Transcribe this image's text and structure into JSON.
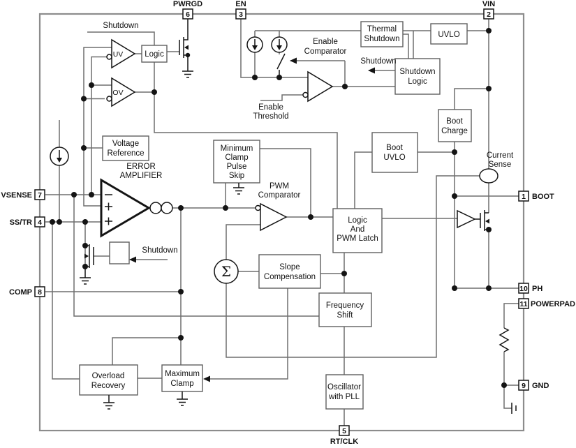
{
  "diagram": "functional-block-diagram",
  "colors": {
    "background": "#ffffff",
    "wire": "#6e6e6e",
    "chip_border": "#8c8c8c",
    "ink": "#141414"
  },
  "pins": [
    {
      "number": "6",
      "name": "PWRGD"
    },
    {
      "number": "3",
      "name": "EN"
    },
    {
      "number": "2",
      "name": "VIN"
    },
    {
      "number": "1",
      "name": "BOOT"
    },
    {
      "number": "10",
      "name": "PH"
    },
    {
      "number": "11",
      "name": "POWERPAD"
    },
    {
      "number": "9",
      "name": "GND"
    },
    {
      "number": "5",
      "name": "RT/CLK"
    },
    {
      "number": "7",
      "name": "VSENSE"
    },
    {
      "number": "4",
      "name": "SS/TR"
    },
    {
      "number": "8",
      "name": "COMP"
    }
  ],
  "blocks": {
    "logic": "Logic",
    "voltage_reference": [
      "Voltage",
      "Reference"
    ],
    "thermal_shutdown": [
      "Thermal",
      "Shutdown"
    ],
    "uvlo": "UVLO",
    "shutdown_logic": [
      "Shutdown",
      "Logic"
    ],
    "boot_charge": [
      "Boot",
      "Charge"
    ],
    "boot_uvlo": [
      "Boot",
      "UVLO"
    ],
    "minimum_clamp": [
      "Minimum",
      "Clamp",
      "Pulse",
      "Skip"
    ],
    "logic_pwm_latch": [
      "Logic",
      "And",
      "PWM Latch"
    ],
    "slope_compensation": [
      "Slope",
      "Compensation"
    ],
    "frequency_shift": [
      "Frequency",
      "Shift"
    ],
    "oscillator": [
      "Oscillator",
      "with PLL"
    ],
    "overload_recovery": [
      "Overload",
      "Recovery"
    ],
    "maximum_clamp": [
      "Maximum",
      "Clamp"
    ]
  },
  "labels": {
    "shutdown_top": "Shutdown",
    "shutdown_mid": "Shutdown",
    "shutdown_ea": "Shutdown",
    "enable_comparator": [
      "Enable",
      "Comparator"
    ],
    "enable_threshold": [
      "Enable",
      "Threshold"
    ],
    "error_amplifier": [
      "ERROR",
      "AMPLIFIER"
    ],
    "pwm_comparator": [
      "PWM",
      "Comparator"
    ],
    "current_sense": [
      "Current",
      "Sense"
    ],
    "uv": "UV",
    "ov": "OV",
    "sigma": "Σ"
  }
}
